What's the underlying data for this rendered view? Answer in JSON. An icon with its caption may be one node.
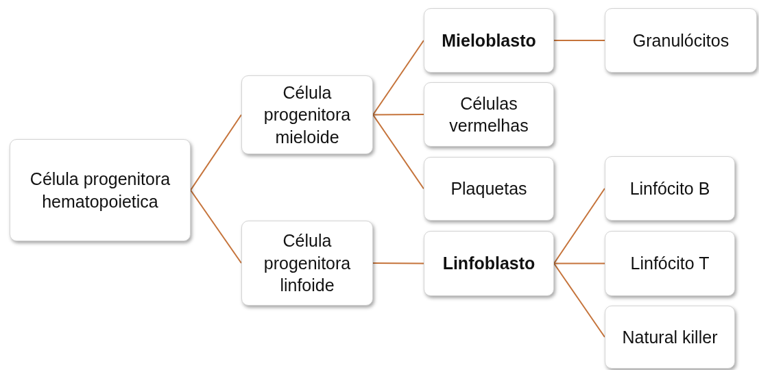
{
  "diagram": {
    "nodes": [
      {
        "text": [
          "Célula progenitora hematopoietica"
        ]
      },
      {
        "text": [
          "Célula progenitora mieloide"
        ]
      },
      {
        "text": [
          "Célula progenitora linfoide"
        ]
      },
      {
        "text": [
          "Mieloblasto"
        ]
      },
      {
        "text": [
          "Células vermelhas"
        ]
      },
      {
        "text": [
          "Plaquetas"
        ]
      },
      {
        "text": [
          "Linfoblasto"
        ]
      },
      {
        "text": [
          "Granulócitos"
        ]
      },
      {
        "text": [
          "Linfócito B"
        ]
      },
      {
        "text": [
          "Linfócito T"
        ]
      },
      {
        "text": [
          "Natural killer"
        ]
      }
    ],
    "edges": [
      {
        "from": 0,
        "to": 1,
        "arrow": "none"
      },
      {
        "from": 0,
        "to": 2,
        "arrow": "none"
      },
      {
        "from": 1,
        "to": 3,
        "arrow": "none"
      },
      {
        "from": 1,
        "to": 4,
        "arrow": "none"
      },
      {
        "from": 1,
        "to": 5,
        "arrow": "none"
      },
      {
        "from": 2,
        "to": 6,
        "arrow": "none"
      },
      {
        "from": 3,
        "to": 7,
        "arrow": "none"
      },
      {
        "from": 6,
        "to": 8,
        "arrow": "none"
      },
      {
        "from": 6,
        "to": 9,
        "arrow": "none"
      },
      {
        "from": 6,
        "to": 10,
        "arrow": "none"
      }
    ]
  }
}
